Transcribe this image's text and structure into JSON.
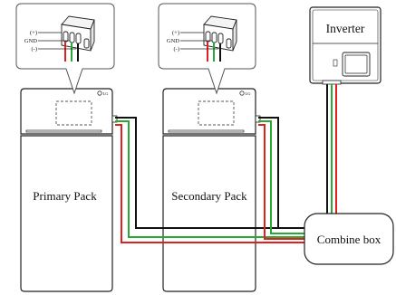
{
  "diagram": {
    "primary_pack": {
      "label": "Primary Pack",
      "logo": "LG"
    },
    "secondary_pack": {
      "label": "Secondary Pack",
      "logo": "LG"
    },
    "inverter": {
      "label": "Inverter"
    },
    "combine_box": {
      "label": "Combine box"
    },
    "connector_callout": {
      "pin_labels": [
        "(+)",
        "GND",
        "(-)"
      ]
    },
    "wires": {
      "positive": {
        "color": "#e0201e"
      },
      "ground": {
        "color": "#2aa836"
      },
      "negative": {
        "color": "#111111"
      }
    },
    "colors": {
      "outline": "#222222",
      "dashed_callout": "#555555"
    }
  }
}
